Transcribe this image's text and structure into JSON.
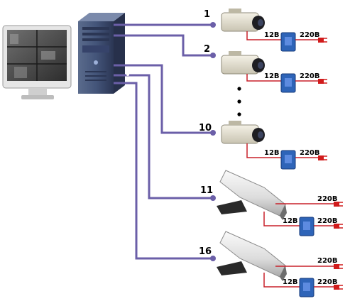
{
  "cameras": [
    {
      "label": "1",
      "low_voltage": "12B",
      "mains_voltage": "220B"
    },
    {
      "label": "2",
      "low_voltage": "12B",
      "mains_voltage": "220B"
    },
    {
      "label": "10",
      "low_voltage": "12B",
      "mains_voltage": "220B"
    },
    {
      "label": "11",
      "heater_voltage": "220B",
      "low_voltage": "12B",
      "mains_voltage": "220B"
    },
    {
      "label": "16",
      "heater_voltage": "220B",
      "low_voltage": "12B",
      "mains_voltage": "220B"
    }
  ],
  "colors": {
    "cable": "#6b5fa8",
    "power_wire": "#c8202a",
    "adapter": "#2e64b8",
    "plug": "#d11b1b",
    "server": "#3f4f6e"
  },
  "icons": [
    "monitor-icon",
    "server-tower-icon",
    "box-camera-icon",
    "outdoor-housing-camera-icon",
    "power-adapter-icon",
    "power-plug-icon"
  ]
}
